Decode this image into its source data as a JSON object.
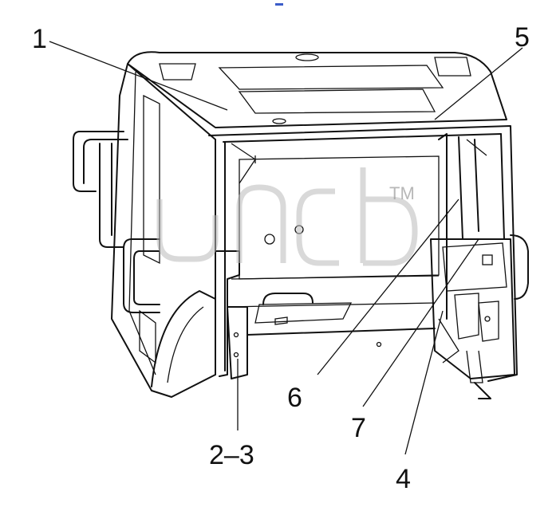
{
  "diagram": {
    "watermark": "TM",
    "callouts": [
      {
        "id": "1",
        "label": "1"
      },
      {
        "id": "5",
        "label": "5"
      },
      {
        "id": "6",
        "label": "6"
      },
      {
        "id": "7",
        "label": "7"
      },
      {
        "id": "2-3",
        "label": "2–3"
      },
      {
        "id": "4",
        "label": "4"
      }
    ]
  }
}
